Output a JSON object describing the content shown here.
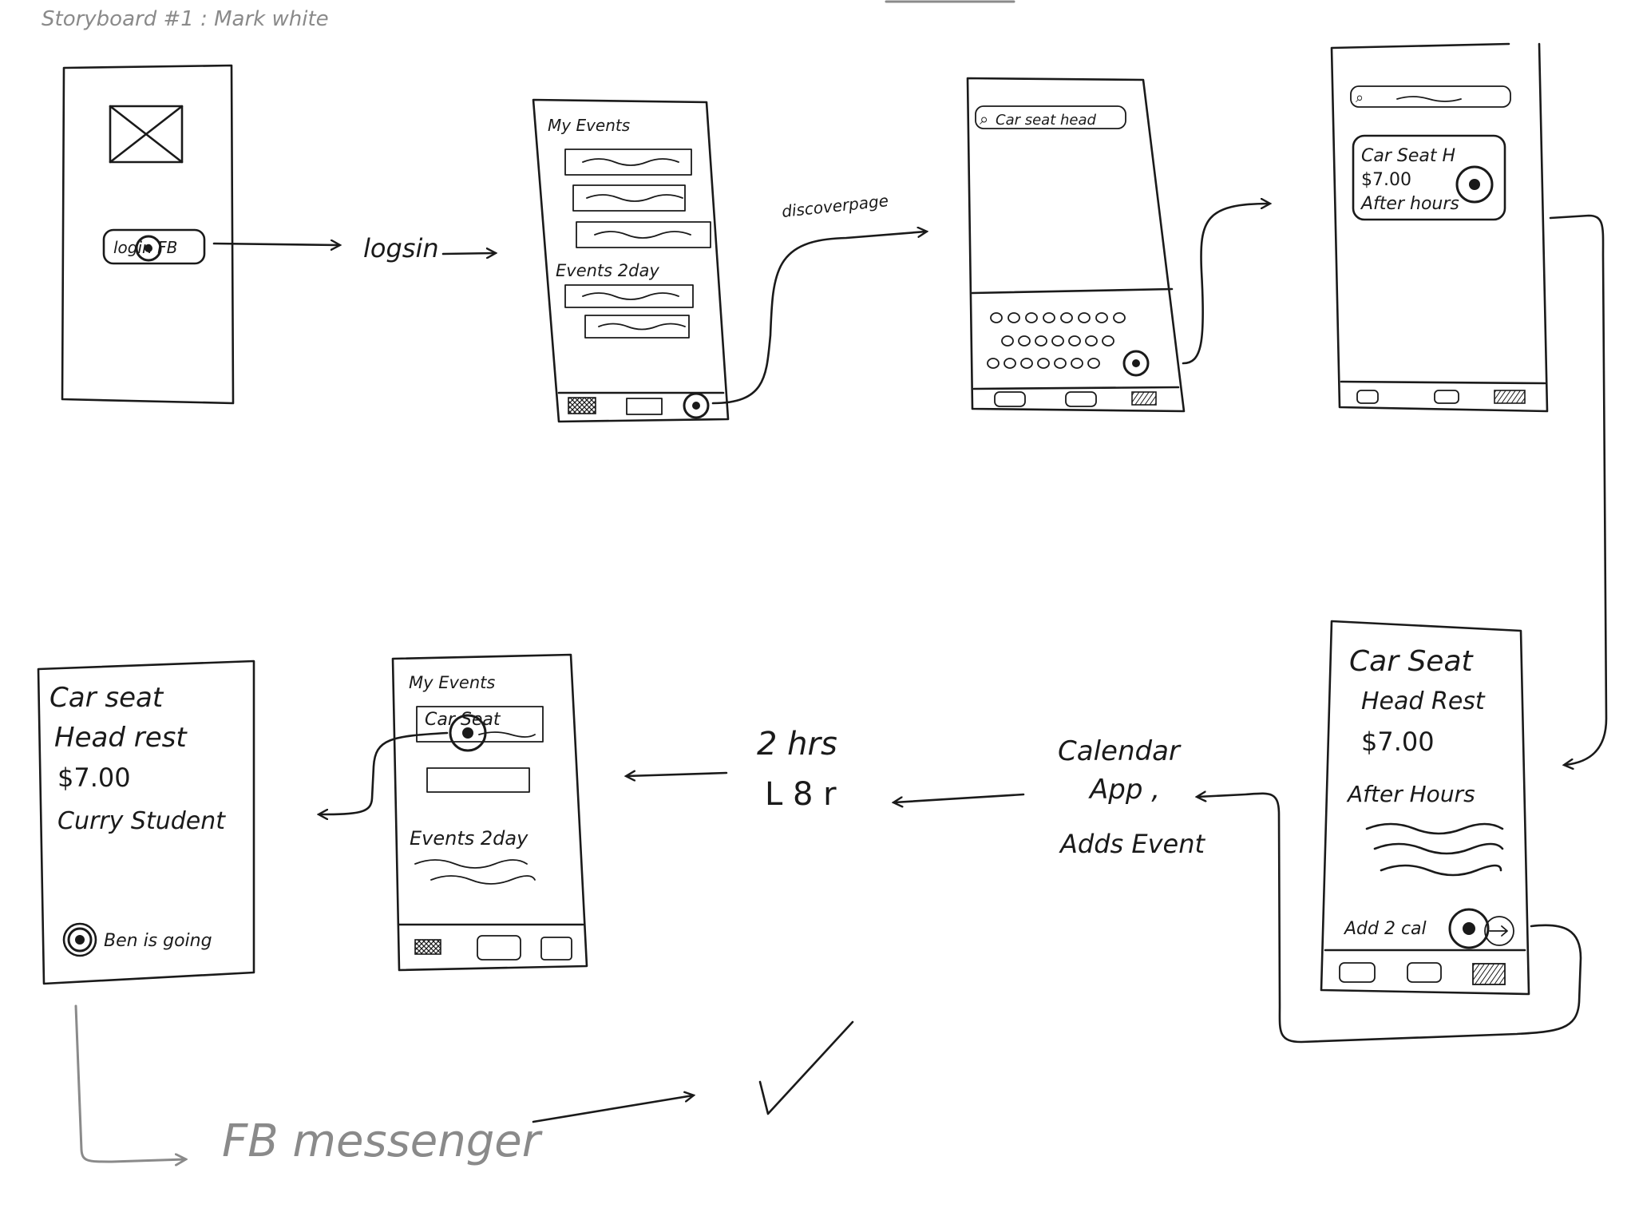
{
  "title": "Storyboard #1 : Mark white",
  "frames": {
    "login": {
      "button_label": "login FB"
    },
    "home": {
      "my_events": "My Events",
      "events_today": "Events 2day"
    },
    "search": {
      "query": "Car seat head"
    },
    "results": {
      "card": {
        "name": "Car Seat H",
        "price": "$7.00",
        "seller": "After hours"
      }
    },
    "detail": {
      "name_line1": "Car Seat",
      "name_line2": "Head Rest",
      "price": "$7.00",
      "seller": "After Hours",
      "add_button": "Add 2 cal"
    },
    "home_after": {
      "my_events": "My Events",
      "event_item": "Car Seat",
      "events_today": "Events 2day"
    },
    "notification": {
      "line1": "Car seat",
      "line2": "Head rest",
      "price": "$7.00",
      "seller": "Curry Student",
      "status": "Ben is going"
    }
  },
  "annotations": {
    "logsin": "logsin",
    "discover_page": "discoverpage",
    "calendar_line1": "Calendar",
    "calendar_line2": "App ,",
    "calendar_line3": "Adds Event",
    "later_line1": "2 hrs",
    "later_line2": "L 8 r",
    "fb_messenger": "FB messenger"
  },
  "icons": [
    "placeholder-image-icon",
    "touch-indicator-icon",
    "search-icon",
    "checkmark-icon",
    "tab-bar-icons"
  ]
}
